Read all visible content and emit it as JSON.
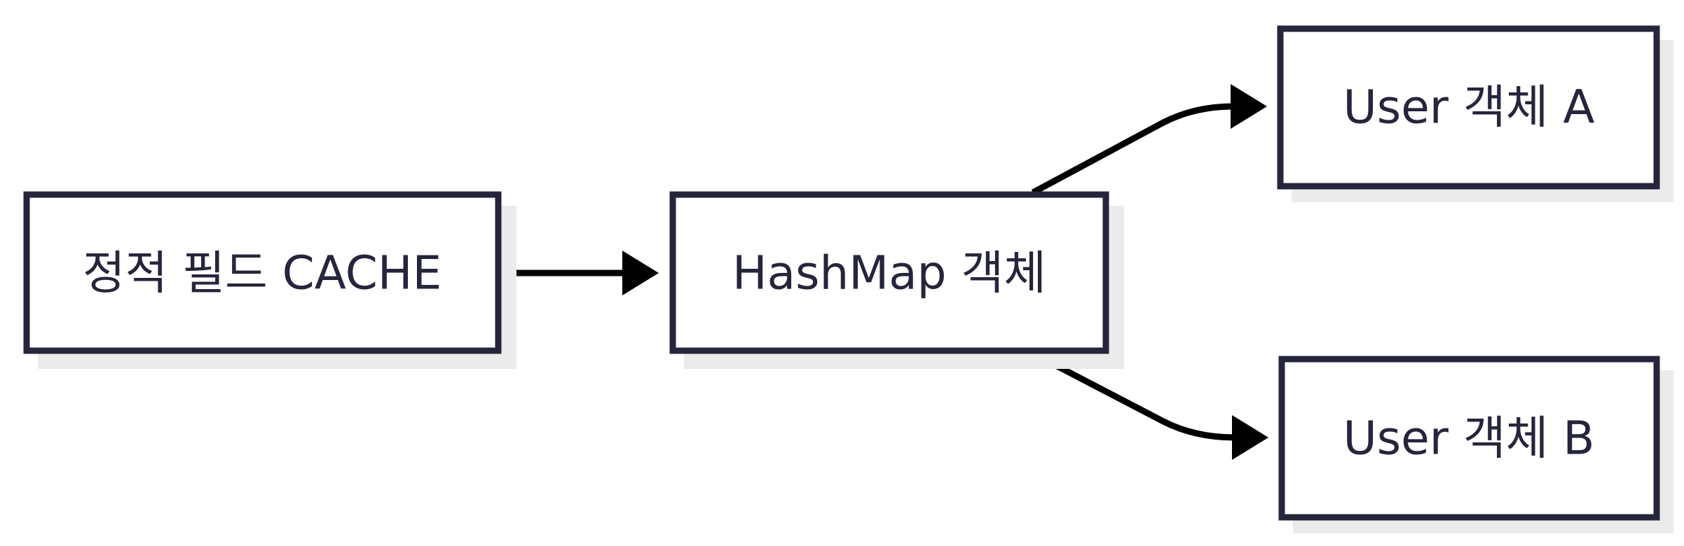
{
  "diagram": {
    "type": "flowchart",
    "direction": "left-to-right",
    "nodes": [
      {
        "id": "cache",
        "label": "정적 필드 CACHE"
      },
      {
        "id": "hashmap",
        "label": "HashMap 객체"
      },
      {
        "id": "user_a",
        "label": "User 객체 A"
      },
      {
        "id": "user_b",
        "label": "User 객체 B"
      }
    ],
    "edges": [
      {
        "from": "cache",
        "to": "hashmap"
      },
      {
        "from": "hashmap",
        "to": "user_a"
      },
      {
        "from": "hashmap",
        "to": "user_b"
      }
    ]
  }
}
